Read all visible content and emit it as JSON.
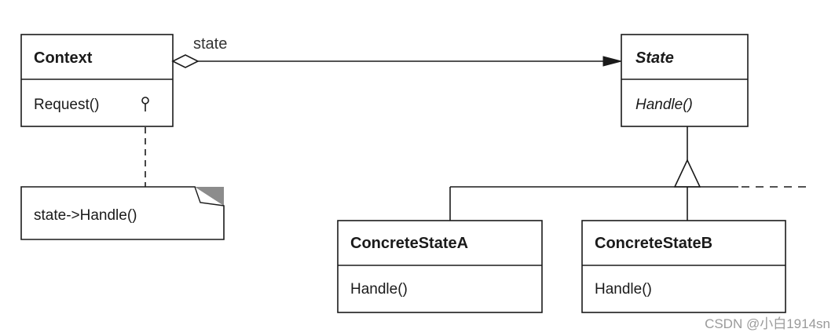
{
  "diagram": {
    "classes": {
      "context": {
        "name": "Context",
        "operation": "Request()"
      },
      "state": {
        "name": "State",
        "operation": "Handle()"
      },
      "concrete_a": {
        "name": "ConcreteStateA",
        "operation": "Handle()"
      },
      "concrete_b": {
        "name": "ConcreteStateB",
        "operation": "Handle()"
      }
    },
    "association_label": "state",
    "note": "state->Handle()"
  },
  "watermark": "CSDN @小白1914sn",
  "colors": {
    "line": "#1a1a1a",
    "note_fold": "#8c8c8c",
    "watermark": "#9a9a9a"
  }
}
